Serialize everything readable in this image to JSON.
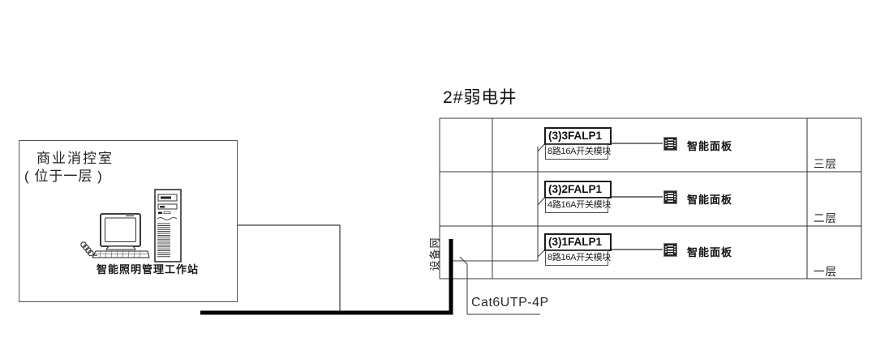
{
  "diagram": {
    "background": "#ffffff",
    "line_color": "#3a3a3a",
    "cable_color": "#000000"
  },
  "control_room": {
    "name_line1": "商业消控室",
    "name_line2": "( 位于一层 )",
    "workstation_label": "智能照明管理工作站"
  },
  "shaft": {
    "title": "2#弱电井",
    "network_label": "设备网",
    "cable_label": "Cat6UTP-4P",
    "floors": [
      {
        "module_title": "(3)3FALP1",
        "module_subtitle": "8路16A开关模块",
        "panel_label": "智能面板",
        "floor_label": "三层"
      },
      {
        "module_title": "(3)2FALP1",
        "module_subtitle": "4路16A开关模块",
        "panel_label": "智能面板",
        "floor_label": "二层"
      },
      {
        "module_title": "(3)1FALP1",
        "module_subtitle": "8路16A开关模块",
        "panel_label": "智能面板",
        "floor_label": "一层"
      }
    ]
  }
}
